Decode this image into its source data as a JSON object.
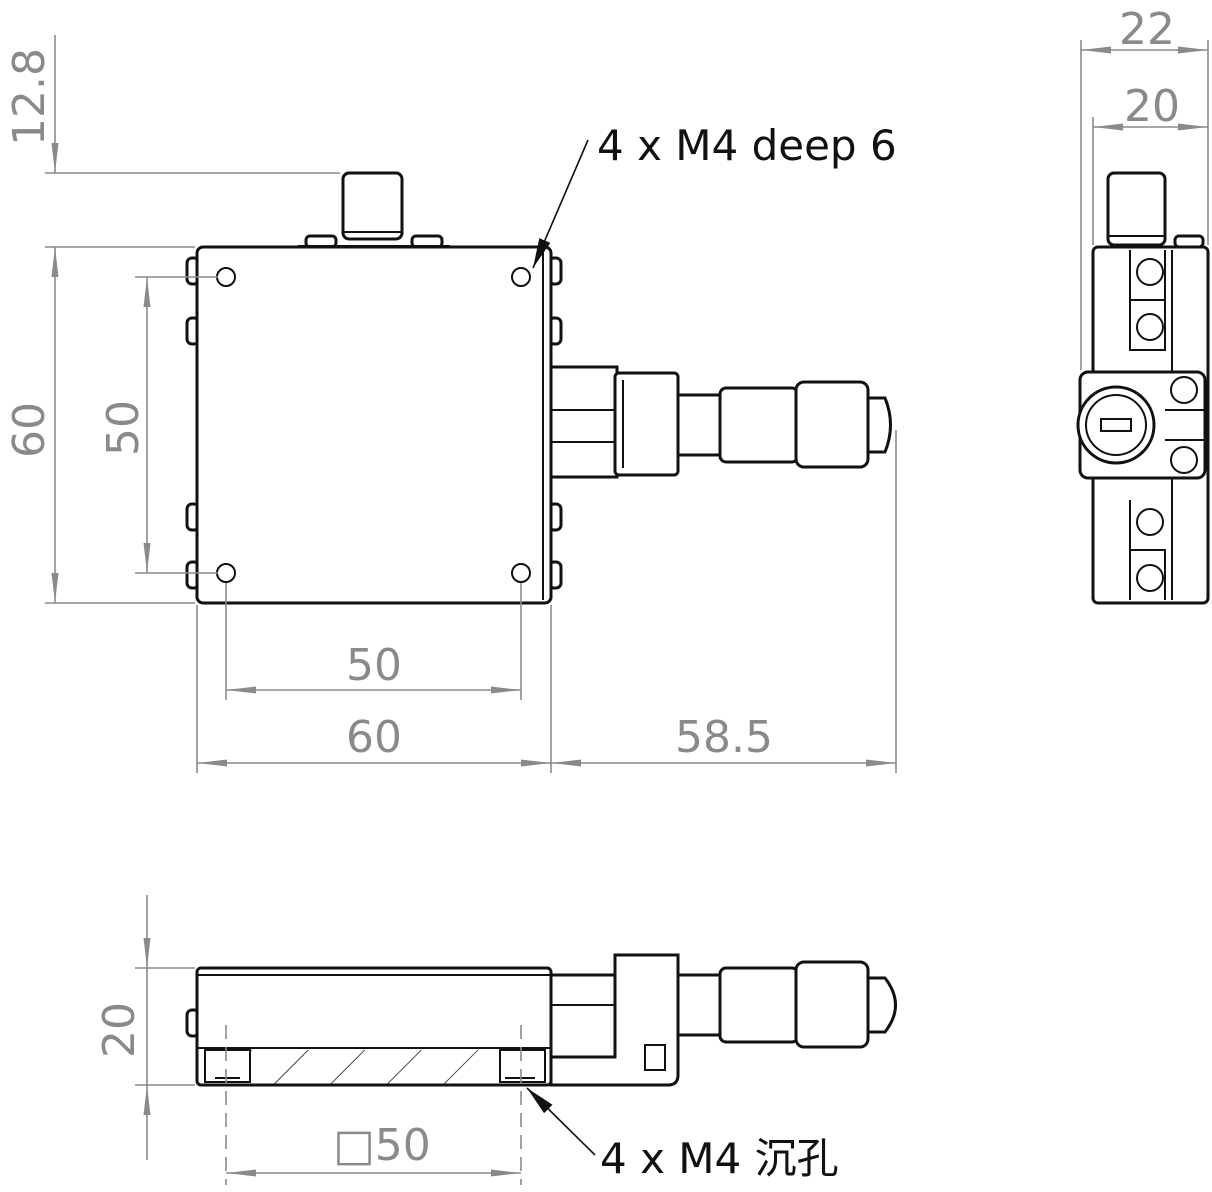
{
  "drawing": {
    "top_view": {
      "dim_knob_height": "12.8",
      "dim_body_height": "60",
      "dim_hole_pitch_vertical": "50",
      "dim_hole_pitch_horizontal": "50",
      "dim_body_width": "60",
      "dim_micrometer_extension": "58.5",
      "callout_top_holes": "4 x M4 deep 6"
    },
    "side_view": {
      "dim_overall_width": "22",
      "dim_body_width": "20"
    },
    "front_view": {
      "dim_height": "20",
      "dim_mount_square": "□50",
      "callout_bottom_holes": "4 x M4 沉孔"
    }
  }
}
